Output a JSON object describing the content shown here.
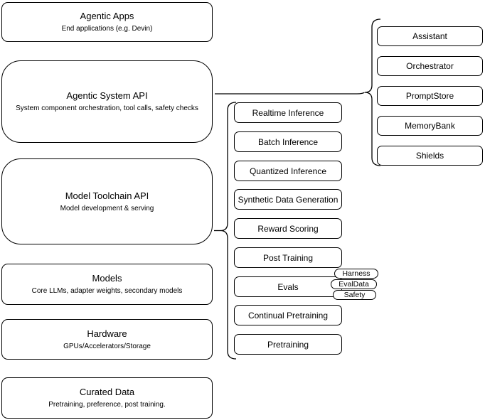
{
  "diagram": {
    "title": "Agentic stack layer diagram",
    "colors": {
      "stroke": "#000000",
      "fill": "#ffffff",
      "text": "#000000"
    },
    "left_column": [
      {
        "title": "Agentic Apps",
        "subtitle": "End applications (e.g. Devin)"
      },
      {
        "title": "Agentic System API",
        "subtitle": "System component orchestration, tool calls, safety checks"
      },
      {
        "title": "Model Toolchain API",
        "subtitle": "Model development & serving"
      },
      {
        "title": "Models",
        "subtitle": "Core LLMs, adapter weights, secondary models"
      },
      {
        "title": "Hardware",
        "subtitle": "GPUs/Accelerators/Storage"
      },
      {
        "title": "Curated Data",
        "subtitle": "Pretraining, preference, post training."
      }
    ],
    "middle_column": [
      "Realtime Inference",
      "Batch Inference",
      "Quantized Inference",
      "Synthetic Data Generation",
      "Reward Scoring",
      "Post Training",
      "Evals",
      "Continual Pretraining",
      "Pretraining"
    ],
    "evals_badges": [
      "Harness",
      "EvalData",
      "Safety"
    ],
    "right_column": [
      "Assistant",
      "Orchestrator",
      "PromptStore",
      "MemoryBank",
      "Shields"
    ]
  }
}
